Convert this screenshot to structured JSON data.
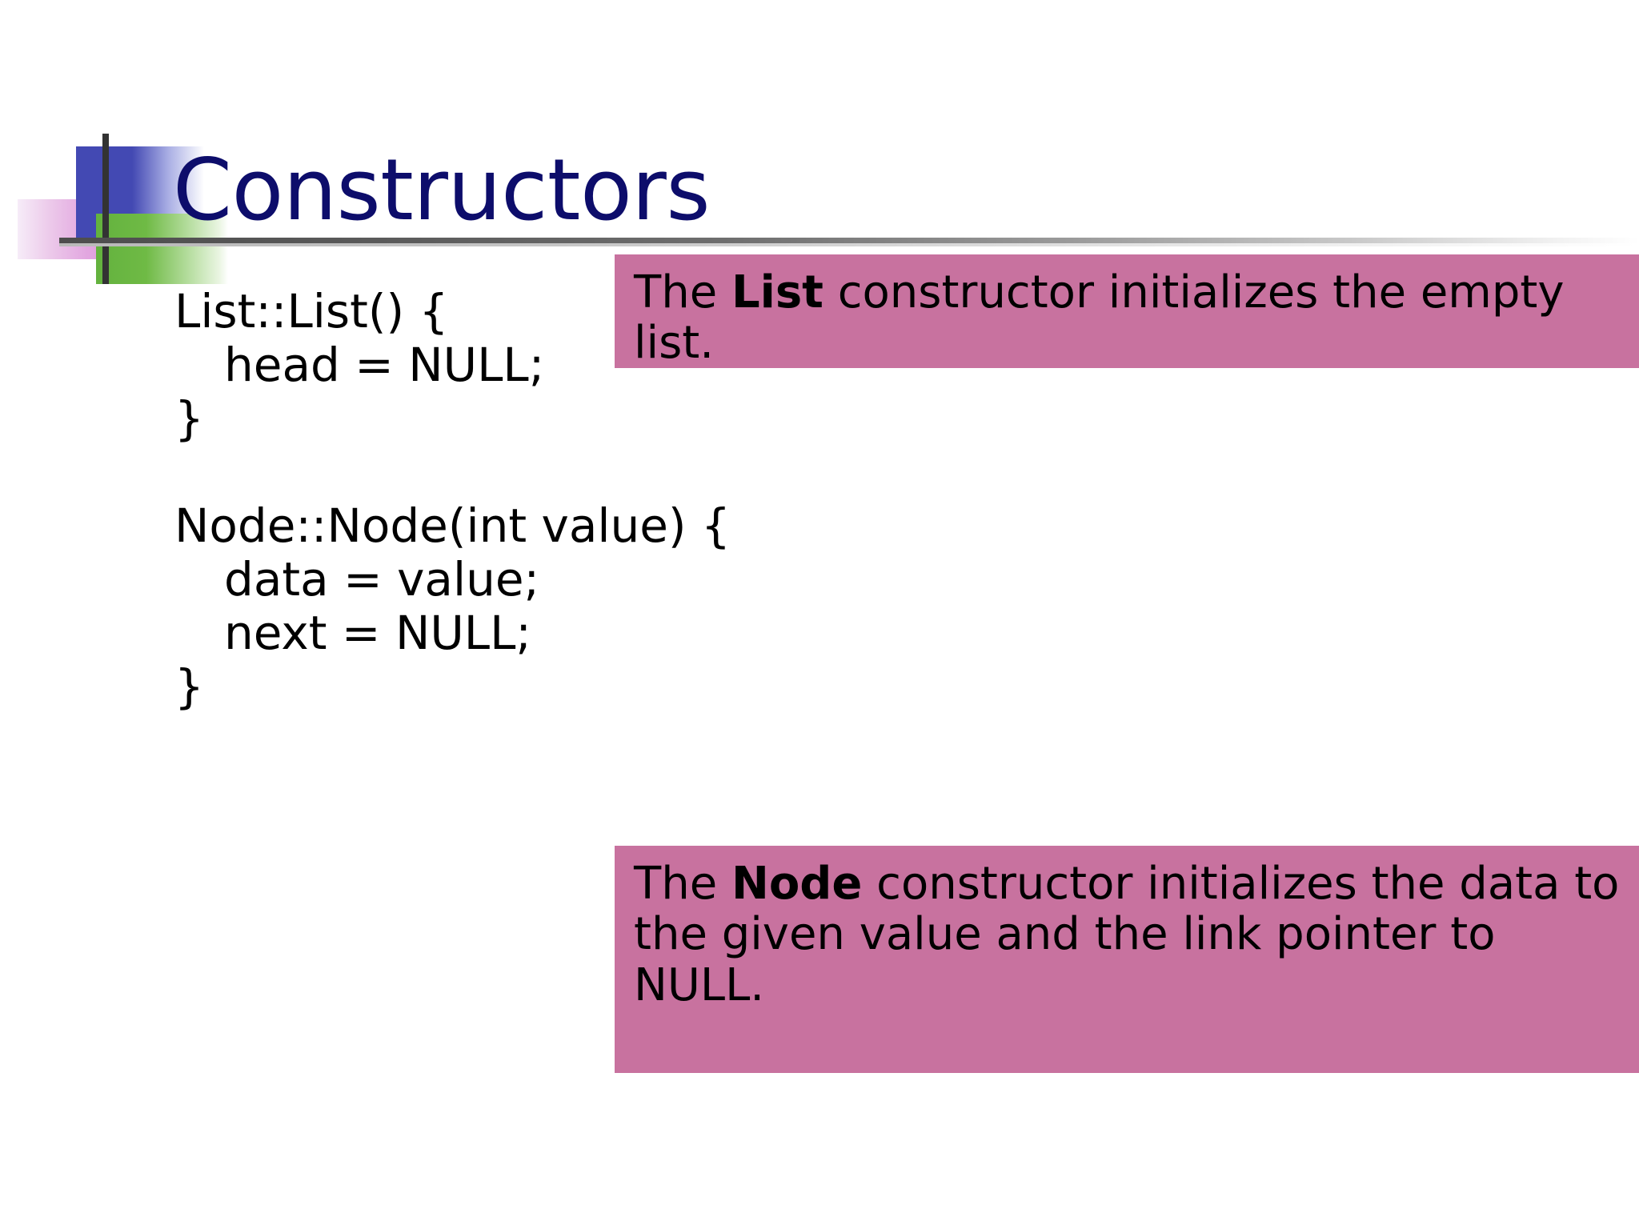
{
  "slide": {
    "title": "Constructors",
    "title_color": "#0d0d6b",
    "background": "#ffffff",
    "rule_color": "#4d4d4d"
  },
  "logo": {
    "blue_color": "#4349b3",
    "green_color": "#6fba45",
    "pink_color": "#dd96dc",
    "line_color": "#333333"
  },
  "code": {
    "lines": [
      {
        "text": "List::List() {",
        "indent": 0
      },
      {
        "text": "head = NULL;",
        "indent": 1
      },
      {
        "text": "}",
        "indent": 0
      },
      {
        "text": "",
        "indent": 0
      },
      {
        "text": "Node::Node(int value) {",
        "indent": 0
      },
      {
        "text": "data = value;",
        "indent": 1
      },
      {
        "text": "next = NULL;",
        "indent": 1
      },
      {
        "text": "}",
        "indent": 0
      }
    ],
    "line_1": "List::List() {",
    "line_2": "head = NULL;",
    "line_3": "}",
    "line_4": "",
    "line_5": "Node::Node(int value) {",
    "line_6": "data = value;",
    "line_7": "next = NULL;",
    "line_8": "}"
  },
  "callouts": {
    "background": "#c8729f",
    "list": {
      "prefix": "The ",
      "emphasis": "List",
      "suffix": " constructor initializes the empty list.",
      "full_text": "The List constructor initializes the empty list."
    },
    "node": {
      "prefix": "The ",
      "emphasis": "Node",
      "suffix": " constructor initializes the data to the given value and the link pointer to NULL.",
      "full_text": "The Node constructor initializes the data to the given value and the link pointer to NULL."
    }
  }
}
